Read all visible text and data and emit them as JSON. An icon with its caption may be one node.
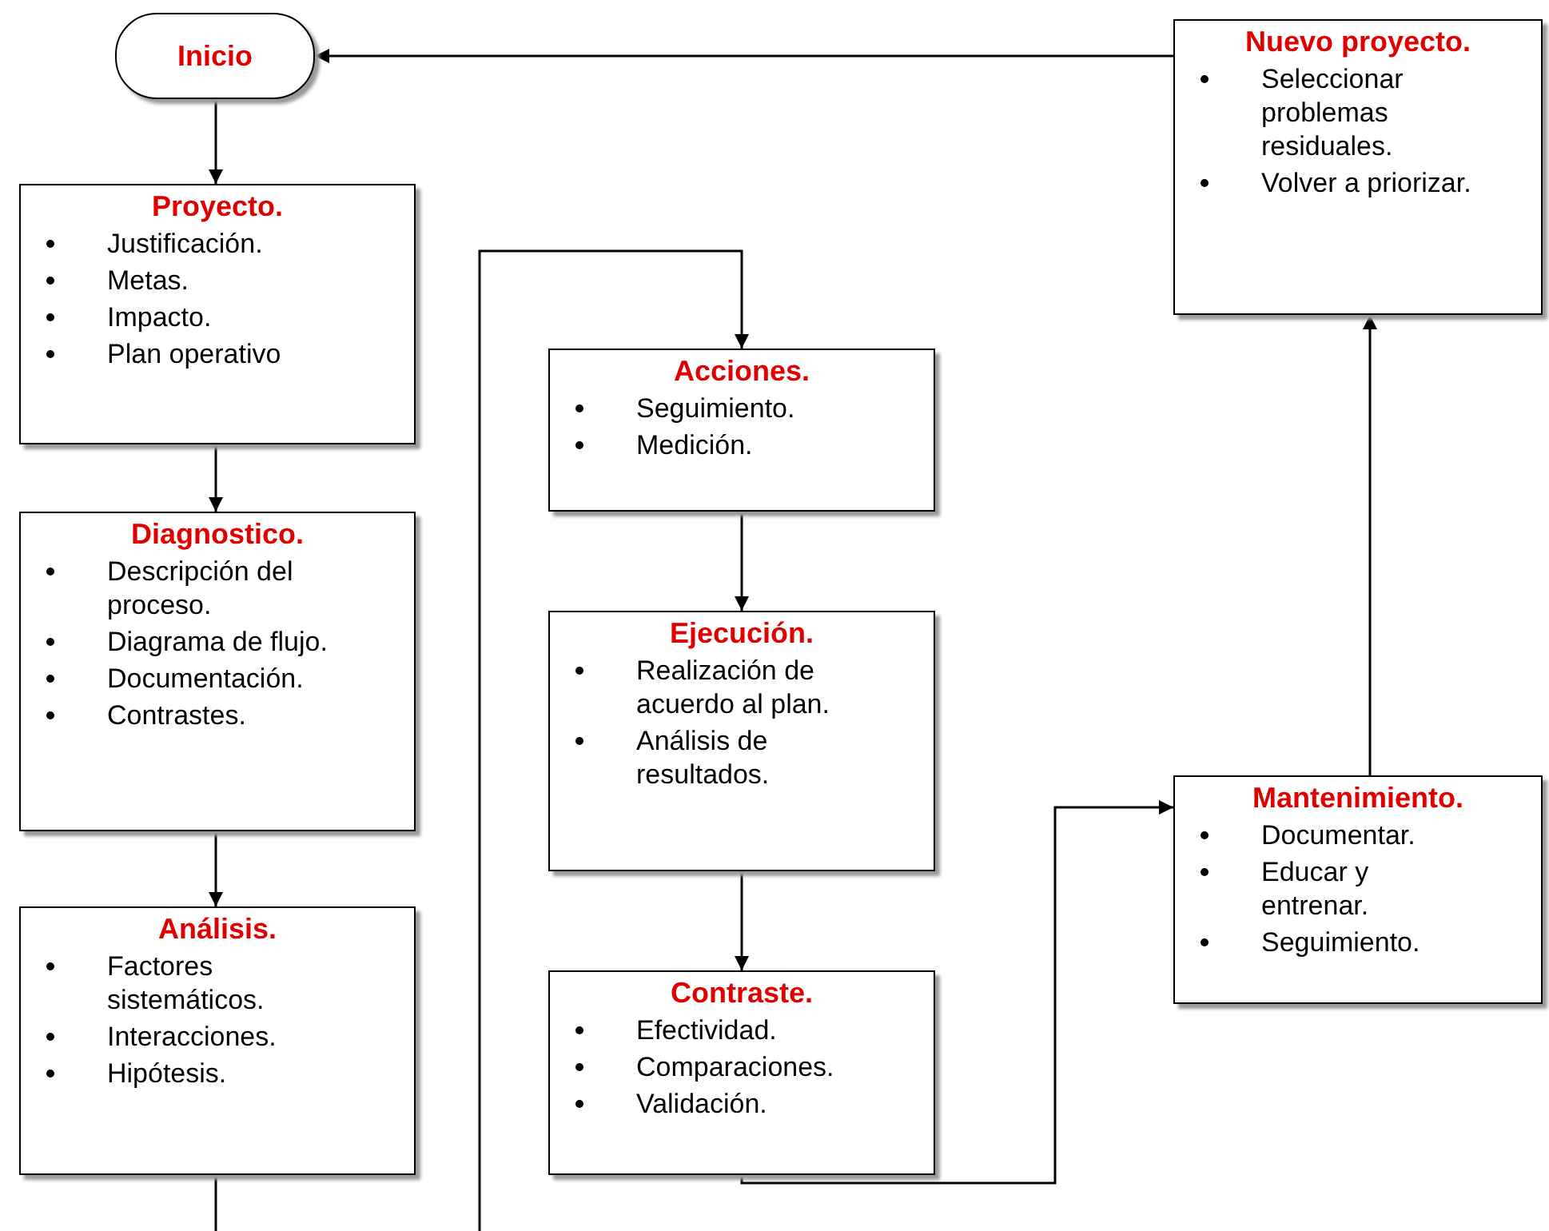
{
  "diagram": {
    "nodes": [
      {
        "text": [
          "Inicio"
        ]
      },
      {
        "text": [
          "Proyecto.",
          "Justificación.",
          "Metas.",
          "Impacto.",
          "Plan operativo"
        ]
      },
      {
        "text": [
          "Diagnostico.",
          "Descripción del proceso.",
          "Diagrama de flujo.",
          "Documentación.",
          "Contrastes."
        ]
      },
      {
        "text": [
          "Análisis.",
          "Factores sistemáticos.",
          "Interacciones.",
          "Hipótesis."
        ]
      },
      {
        "text": [
          "Acciones.",
          "Seguimiento.",
          "Medición."
        ]
      },
      {
        "text": [
          "Ejecución.",
          "Realización de acuerdo al plan.",
          "Análisis de resultados."
        ]
      },
      {
        "text": [
          "Contraste.",
          "Efectividad.",
          "Comparaciones.",
          "Validación."
        ]
      },
      {
        "text": [
          "Nuevo proyecto.",
          "Seleccionar problemas residuales.",
          "Volver a priorizar."
        ]
      },
      {
        "text": [
          "Mantenimiento.",
          "Documentar.",
          "Educar y entrenar.",
          "Seguimiento."
        ]
      }
    ],
    "edges": [
      {
        "from": 0,
        "to": 1,
        "arrow": "to"
      },
      {
        "from": 1,
        "to": 2,
        "arrow": "to"
      },
      {
        "from": 2,
        "to": 3,
        "arrow": "to"
      },
      {
        "from": 3,
        "to": null,
        "arrow": "none"
      },
      {
        "from": null,
        "to": 4,
        "arrow": "to"
      },
      {
        "from": 4,
        "to": 5,
        "arrow": "to"
      },
      {
        "from": 5,
        "to": 6,
        "arrow": "to"
      },
      {
        "from": 6,
        "to": 8,
        "arrow": "to"
      },
      {
        "from": 8,
        "to": 7,
        "arrow": "to"
      },
      {
        "from": 7,
        "to": 0,
        "arrow": "to"
      }
    ]
  }
}
